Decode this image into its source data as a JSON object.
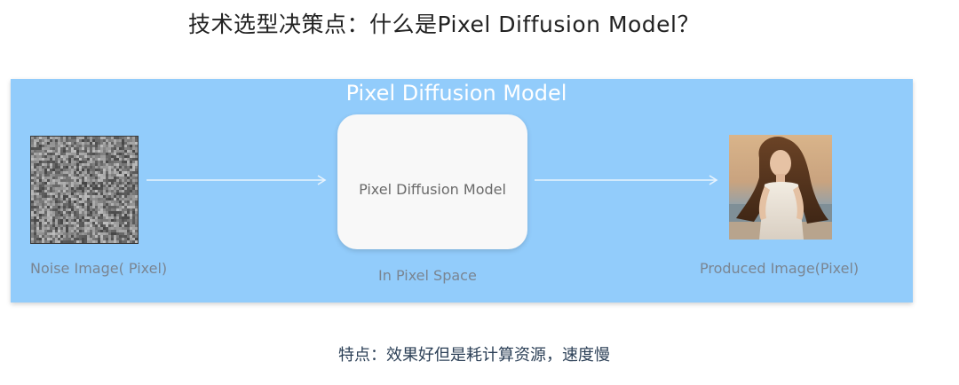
{
  "title": "技术选型决策点：什么是Pixel Diffusion Model？",
  "panel": {
    "title": "Pixel Diffusion Model",
    "background": "#92ccfb",
    "input": {
      "caption": "Noise Image( Pixel)",
      "icon": "noise-image"
    },
    "model": {
      "label": "Pixel Diffusion Model",
      "caption": "In Pixel Space"
    },
    "output": {
      "caption": "Produced Image(Pixel)",
      "icon": "portrait-photo"
    }
  },
  "footer": "特点：效果好但是耗计算资源，速度慢"
}
